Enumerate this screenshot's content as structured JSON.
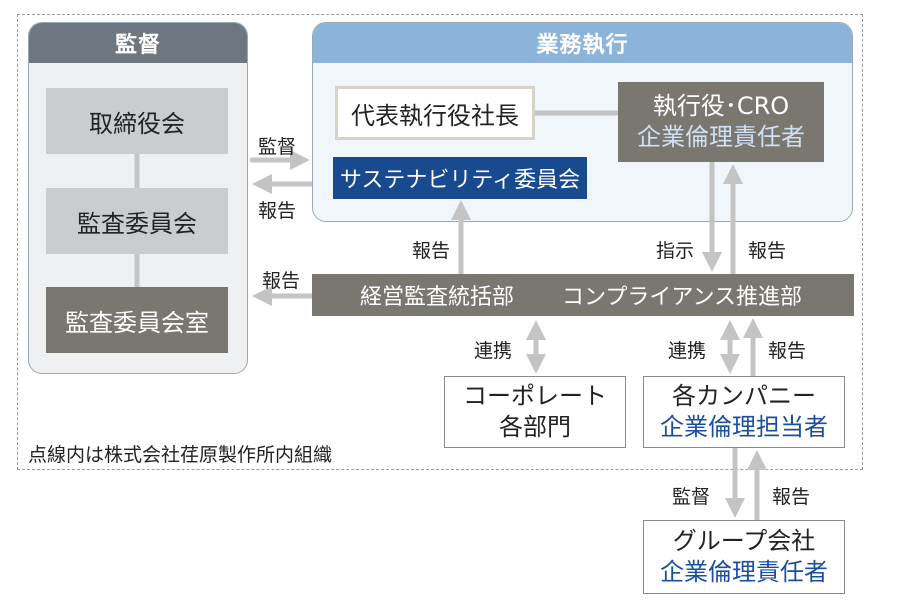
{
  "oversight": {
    "title": "監督",
    "board": "取締役会",
    "audit_committee": "監査委員会",
    "audit_office": "監査委員会室"
  },
  "execution": {
    "title": "業務執行",
    "ceo": "代表執行役社長",
    "cro_line1": "執行役･CRO",
    "cro_line2": "企業倫理責任者",
    "sustainability": "サステナビリティ委員会"
  },
  "compliance_bar": {
    "left": "経営監査統括部",
    "right": "コンプライアンス推進部"
  },
  "corporate": {
    "line1": "コーポレート",
    "line2": "各部門"
  },
  "companies": {
    "line1": "各カンパニー",
    "line2": "企業倫理担当者"
  },
  "group": {
    "line1": "グループ会社",
    "line2": "企業倫理責任者"
  },
  "labels": {
    "supervise": "監督",
    "report": "報告",
    "instruct": "指示",
    "cooperate": "連携"
  },
  "note": "点線内は株式会社荏原製作所内組織",
  "colors": {
    "navy": "#174a8e",
    "dark_grey": "#7a7670",
    "light_grey": "#c9cdd0",
    "panel_blue": "#f1f6fb",
    "header_blue": "#8cb4db",
    "header_grey": "#6e7780",
    "accent_text": "#1b4f9c"
  }
}
